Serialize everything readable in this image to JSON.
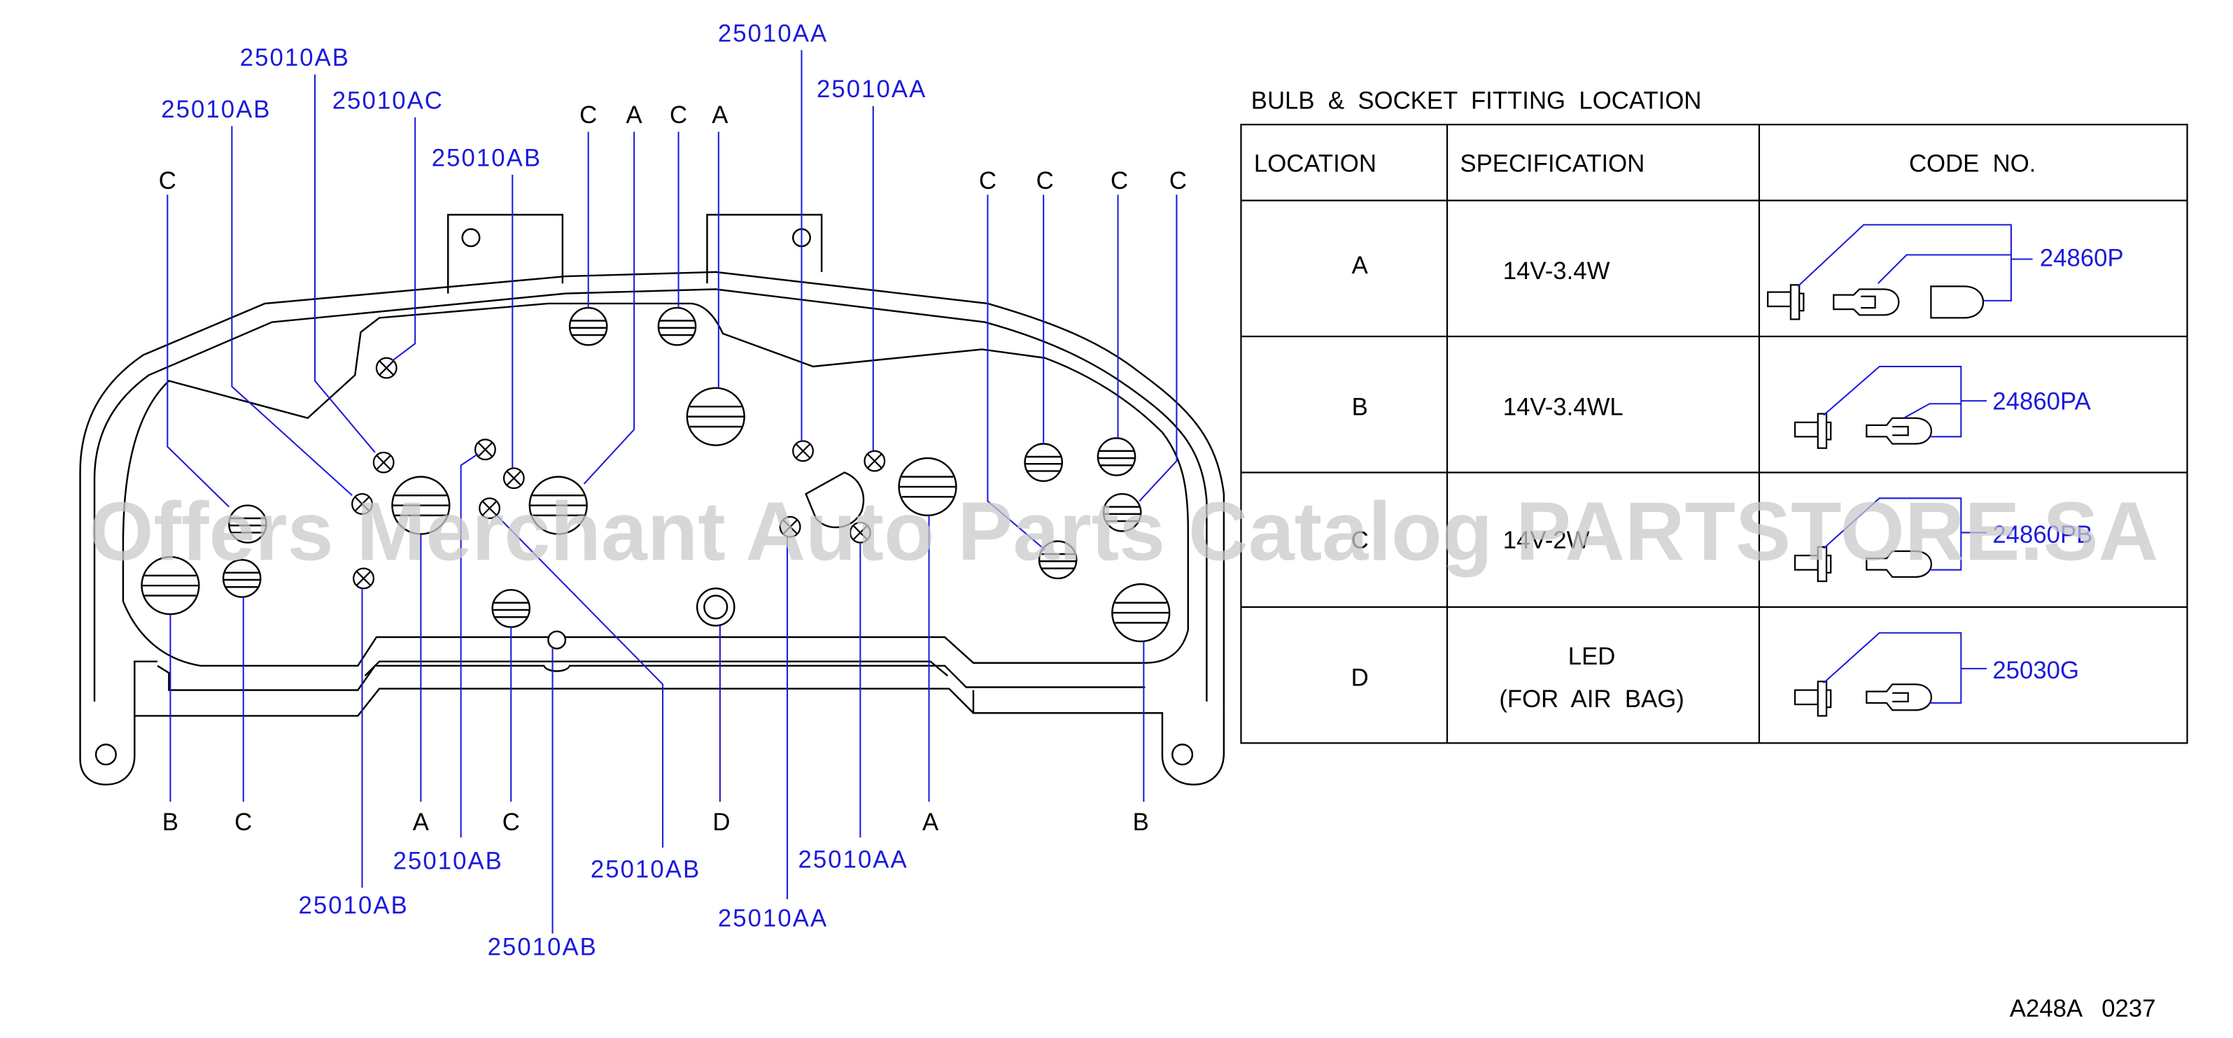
{
  "callouts": {
    "c_ab_1": "25010AB",
    "c_ab_2": "25010AB",
    "c_ac": "25010AC",
    "c_ab_3": "25010AB",
    "c_aa_1": "25010AA",
    "c_aa_2": "25010AA",
    "c_ab_4": "25010AB",
    "c_ab_5": "25010AB",
    "c_ab_6": "25010AB",
    "c_ab_7": "25010AB",
    "c_aa_3": "25010AA",
    "c_aa_4": "25010AA"
  },
  "letters": {
    "top": [
      "C",
      "C",
      "A",
      "C",
      "A",
      "C",
      "C",
      "C",
      "C"
    ],
    "bottom": [
      "B",
      "C",
      "A",
      "C",
      "D",
      "A",
      "B"
    ]
  },
  "table": {
    "title": "BULB  &  SOCKET  FITTING  LOCATION",
    "headers": [
      "LOCATION",
      "SPECIFICATION",
      "CODE  NO."
    ],
    "rows": [
      {
        "location": "A",
        "spec": "14V-3.4W",
        "spec2": "",
        "code": "24860P"
      },
      {
        "location": "B",
        "spec": "14V-3.4WL",
        "spec2": "",
        "code": "24860PA"
      },
      {
        "location": "C",
        "spec": "14V-2W",
        "spec2": "",
        "code": "24860PB"
      },
      {
        "location": "D",
        "spec": "LED",
        "spec2": "(FOR  AIR  BAG)",
        "code": "25030G"
      }
    ]
  },
  "figure_code": "A248A   0237",
  "watermark": "Offers Merchant Auto Parts Catalog PARTSTORE.SA",
  "colors": {
    "line": "#000000",
    "callout": "#1a1adb",
    "watermark": "#c9c9c9"
  }
}
